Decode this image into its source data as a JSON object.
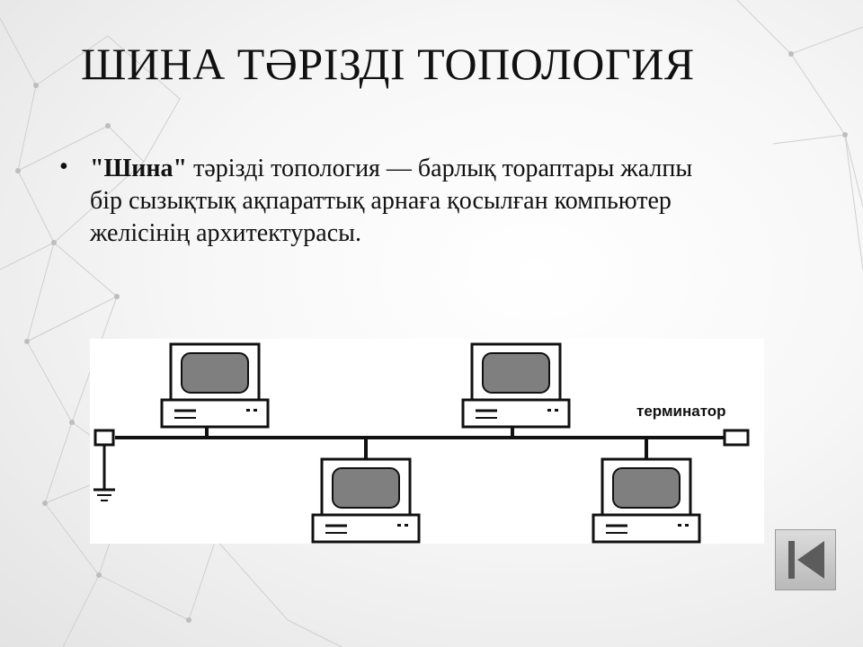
{
  "slide": {
    "title": "ШИНА ТӘРІЗДІ ТОПОЛОГИЯ",
    "bullet": {
      "lead": "\"Шина\"",
      "text": " тәрізді топология — барлық тораптары жалпы бір сызықтық ақпараттық арнаға қосылған компьютер желісінің архитектурасы."
    }
  },
  "diagram": {
    "terminator_label": "терминатор"
  },
  "navigation": {
    "button_icon": "skip-back-icon"
  }
}
